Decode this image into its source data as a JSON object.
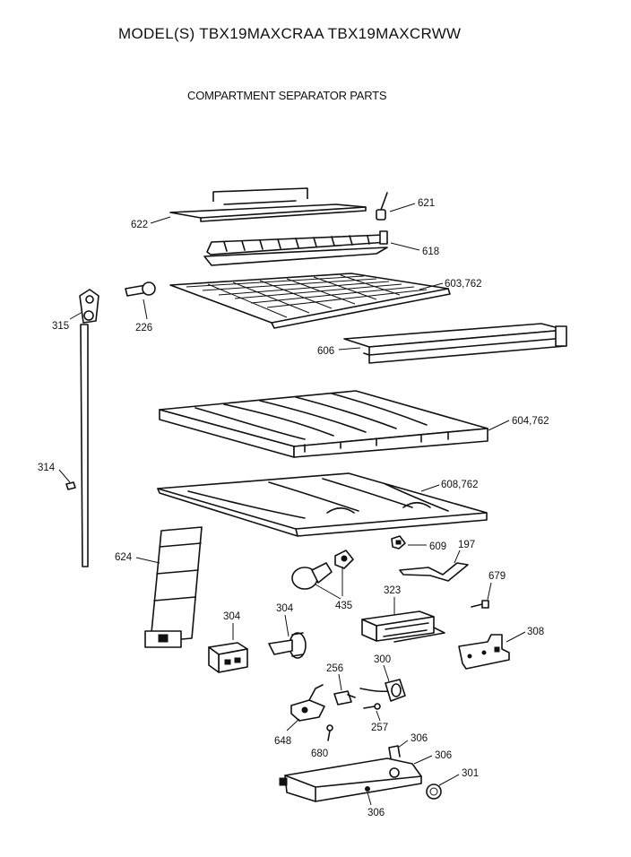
{
  "header": {
    "model_line": "MODEL(S) TBX19MAXCRAA  TBX19MAXCRWW",
    "section_title": "COMPARTMENT SEPARATOR PARTS"
  },
  "callouts": {
    "p621": "621",
    "p622": "622",
    "p618": "618",
    "p603": "603,762",
    "p315": "315",
    "p226": "226",
    "p606": "606",
    "p604": "604,762",
    "p314": "314",
    "p608": "608,762",
    "p609": "609",
    "p197": "197",
    "p624": "624",
    "p679": "679",
    "p435": "435",
    "p323": "323",
    "p304a": "304",
    "p304b": "304",
    "p308": "308",
    "p256": "256",
    "p300": "300",
    "p257": "257",
    "p648": "648",
    "p680": "680",
    "p306a": "306",
    "p306b": "306",
    "p301": "301",
    "p306c": "306"
  }
}
